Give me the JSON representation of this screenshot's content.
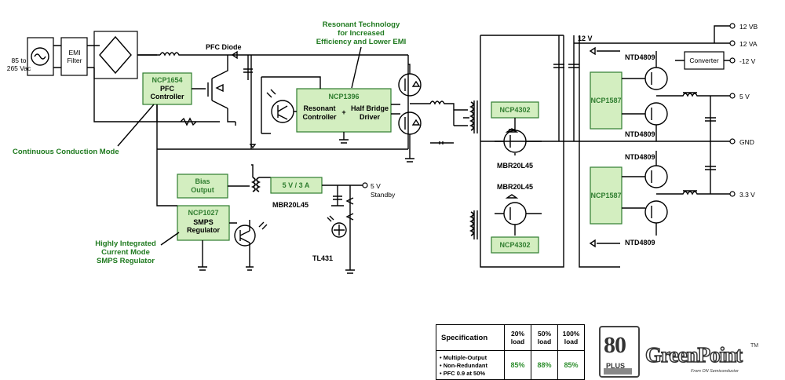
{
  "diagram": {
    "input": "85 to\n265 Vac",
    "emi_filter": "EMI\nFilter",
    "pfc_diode": "PFC Diode",
    "ncp1654": {
      "part": "NCP1654",
      "func": "PFC\nController"
    },
    "resonant_note": "Resonant Technology\nfor Increased\nEfficiency and Lower EMI",
    "ncp1396": {
      "part": "NCP1396",
      "left": "Resonant\nController",
      "plus": "+",
      "right": "Half Bridge\nDriver"
    },
    "ccm_note": "Continuous Conduction Mode",
    "bias_output": "Bias\nOutput",
    "ncp1027": {
      "part": "NCP1027",
      "func": "SMPS\nRegulator"
    },
    "hi_note": "Highly Integrated\nCurrent Mode\nSMPS Regulator",
    "reg_5v3a": "5 V / 3 A",
    "mbr_standby": "MBR20L45",
    "standby_out": "5 V\nStandby",
    "tl431": "TL431",
    "ncp4302_top": "NCP4302",
    "ncp4302_bottom": "NCP4302",
    "mbr_top": "MBR20L45",
    "mbr_bottom": "MBR20L45",
    "bus_12v": "12 V",
    "ncp1587_top": "NCP1587",
    "ncp1587_bottom": "NCP1587",
    "ntd_labels": [
      "NTD4809",
      "NTD4809",
      "NTD4809",
      "NTD4809"
    ],
    "converter": "Converter",
    "outputs": {
      "v12b": "12 VB",
      "v12a": "12 VA",
      "vm12": "-12 V",
      "v5": "5 V",
      "gnd": "GND",
      "v33": "3.3 V"
    }
  },
  "spec_table": {
    "header": "Specification",
    "loads": [
      "20%\nload",
      "50%\nload",
      "100%\nload"
    ],
    "features": [
      "• Multiple-Output",
      "• Non-Redundant",
      "• PFC 0.9 at 50%"
    ],
    "values": [
      "85%",
      "88%",
      "85%"
    ]
  },
  "logos": {
    "plus80_num": "80",
    "plus80_plus": "PLUS",
    "greenpoint": "GreenPoint",
    "greenpoint_tm": "TM",
    "greenpoint_sub": "From ON Semiconductor"
  },
  "colors": {
    "box_fill": "#d3eec0",
    "box_text": "#2f7d2f",
    "annotation": "#1f7a1f"
  }
}
